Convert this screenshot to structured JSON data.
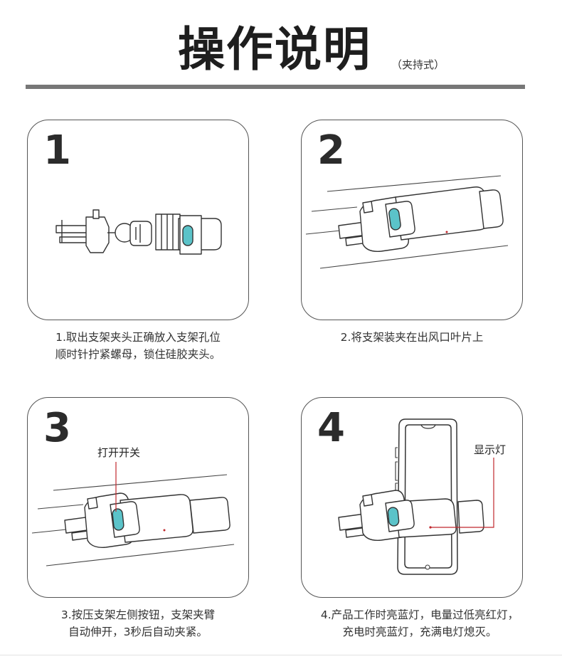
{
  "header": {
    "title": "操作说明",
    "subtitle": "（夹持式）"
  },
  "steps": [
    {
      "number": "1",
      "caption_line1": "1.取出支架夹头正确放入支架孔位",
      "caption_line2": "顺时针拧紧螺母，锁住硅胶夹头。"
    },
    {
      "number": "2",
      "caption_line1": "2.将支架装夹在出风口叶片上",
      "caption_line2": ""
    },
    {
      "number": "3",
      "callout": "打开开关",
      "caption_line1": "3.按压支架左侧按钮，支架夹臂",
      "caption_line2": "自动伸开，3秒后自动夹紧。"
    },
    {
      "number": "4",
      "callout": "显示灯",
      "caption_line1": "4.产品工作时亮蓝灯，电量过低亮红灯，",
      "caption_line2": "充电时亮蓝灯，充满电灯熄灭。"
    }
  ],
  "colors": {
    "rule": "#777777",
    "accent_teal": "#5bc3c9",
    "callout_red": "#c0282d"
  }
}
